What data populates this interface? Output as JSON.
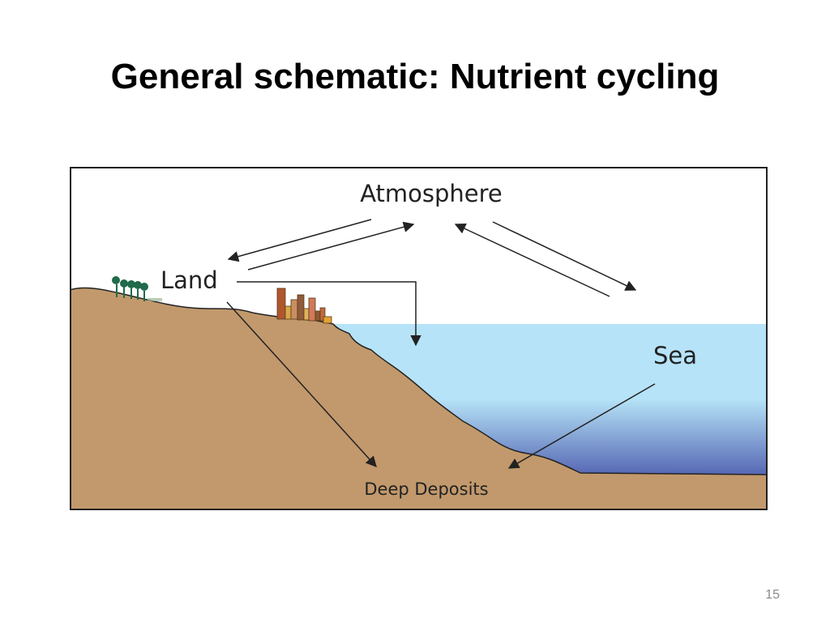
{
  "slide": {
    "title": "General schematic: Nutrient cycling",
    "page_number": "15"
  },
  "diagram": {
    "nodes": {
      "atmosphere": "Atmosphere",
      "land": "Land",
      "sea": "Sea",
      "deep_deposits": "Deep Deposits"
    },
    "colors": {
      "land": "#c2996c",
      "sea_top": "#b6e3f7",
      "sea_bottom": "#5667b4",
      "tree": "#1f6b4a",
      "frame": "#222222"
    },
    "flows": [
      {
        "from": "atmosphere",
        "to": "land"
      },
      {
        "from": "land",
        "to": "atmosphere"
      },
      {
        "from": "atmosphere",
        "to": "sea"
      },
      {
        "from": "sea",
        "to": "atmosphere"
      },
      {
        "from": "land",
        "to": "sea"
      },
      {
        "from": "land",
        "to": "deep_deposits"
      },
      {
        "from": "sea",
        "to": "deep_deposits"
      }
    ]
  }
}
